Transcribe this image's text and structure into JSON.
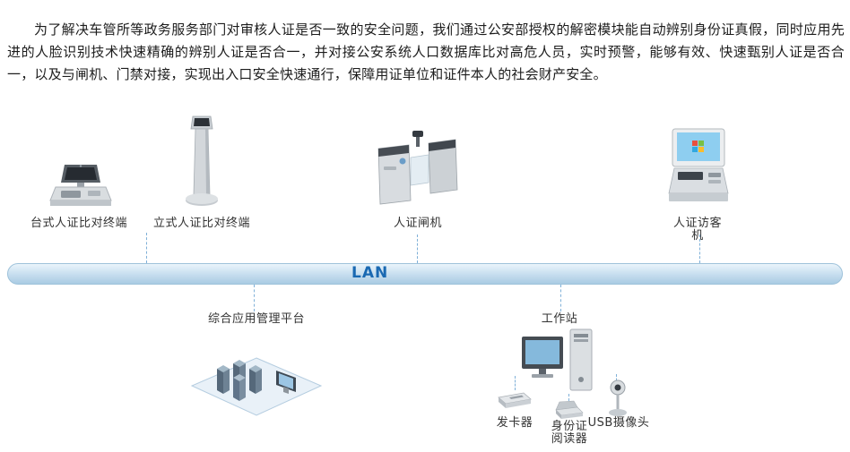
{
  "intro": {
    "paragraph": "为了解决车管所等政务服务部门对审核人证是否一致的安全问题，我们通过公安部授权的解密模块能自动辨别身份证真假，同时应用先进的人脸识别技术快速精确的辨别人证是否合一，并对接公安系统人口数据库比对高危人员，实时预警，能够有效、快速甄别人证是否合一，以及与闸机、门禁对接，实现出入口安全快速通行，保障用证单位和证件本人的社会财产安全。"
  },
  "lan": {
    "label": "LAN"
  },
  "nodes": {
    "desktop_terminal": {
      "label": "台式人证比对终端"
    },
    "standing_terminal": {
      "label": "立式人证比对终端"
    },
    "gate": {
      "label": "人证闸机"
    },
    "visitor_kiosk": {
      "label": "人证访客机"
    },
    "platform": {
      "label": "综合应用管理平台"
    },
    "workstation": {
      "label": "工作站"
    },
    "card_issuer": {
      "label": "发卡器"
    },
    "id_reader": {
      "label": "身份证阅读器"
    },
    "usb_camera": {
      "label": "USB摄像头"
    }
  },
  "icons": {
    "desktop_terminal": "desktop-terminal-icon",
    "standing_terminal": "standing-terminal-icon",
    "gate": "turnstile-gate-icon",
    "visitor_kiosk": "visitor-kiosk-icon",
    "platform": "server-platform-icon",
    "workstation": "workstation-computer-icon",
    "card_issuer": "card-issuer-icon",
    "id_reader": "id-card-reader-icon",
    "usb_camera": "usb-camera-icon"
  },
  "colors": {
    "lan_bar": "#a9cbe3",
    "lan_text": "#1a69b2",
    "connector": "#7fb0d8",
    "label_text": "#333333",
    "paragraph_text": "#1c1c1c"
  }
}
